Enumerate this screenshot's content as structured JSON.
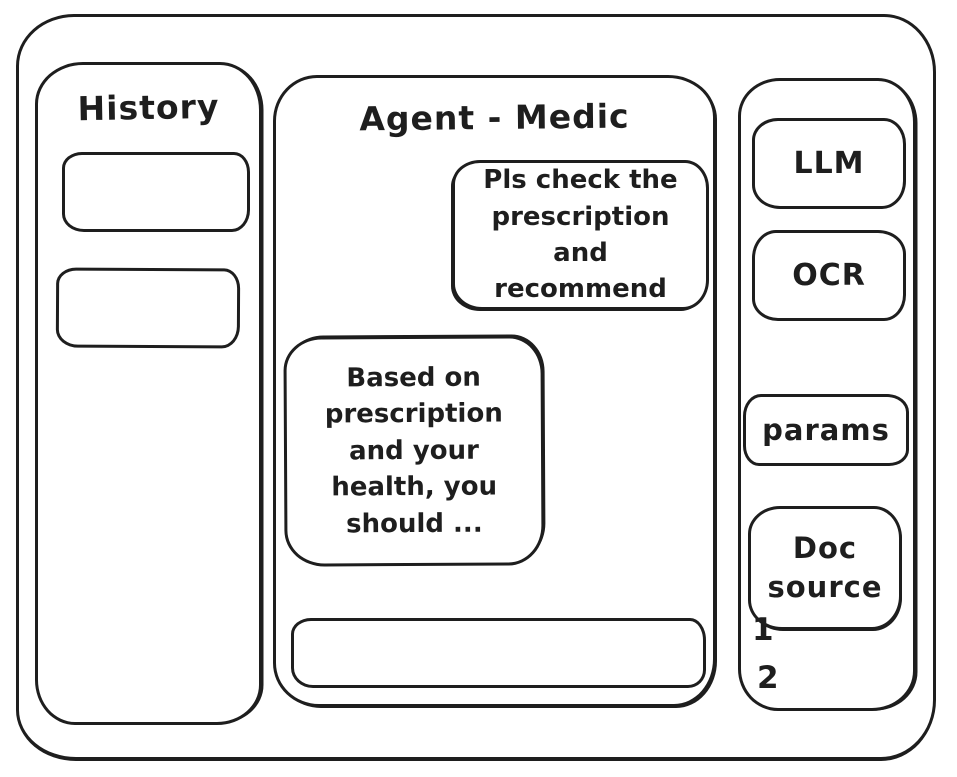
{
  "colors": {
    "ink": "#1e1e1e",
    "background": "#ffffff"
  },
  "history_panel": {
    "title": "History",
    "items": [
      {
        "label": ""
      },
      {
        "label": ""
      }
    ]
  },
  "chat_panel": {
    "title": "Agent - Medic",
    "messages": [
      {
        "role": "user",
        "text": "Pls check the prescription and recommend"
      },
      {
        "role": "assistant",
        "text": "Based on prescription and your health, you should ..."
      }
    ],
    "input": {
      "value": "",
      "placeholder": ""
    }
  },
  "tools_panel": {
    "buttons": [
      {
        "label": "LLM"
      },
      {
        "label": "OCR"
      },
      {
        "label": "params"
      },
      {
        "label": "Doc source"
      }
    ],
    "doc_source_items": [
      "1",
      "2"
    ]
  }
}
